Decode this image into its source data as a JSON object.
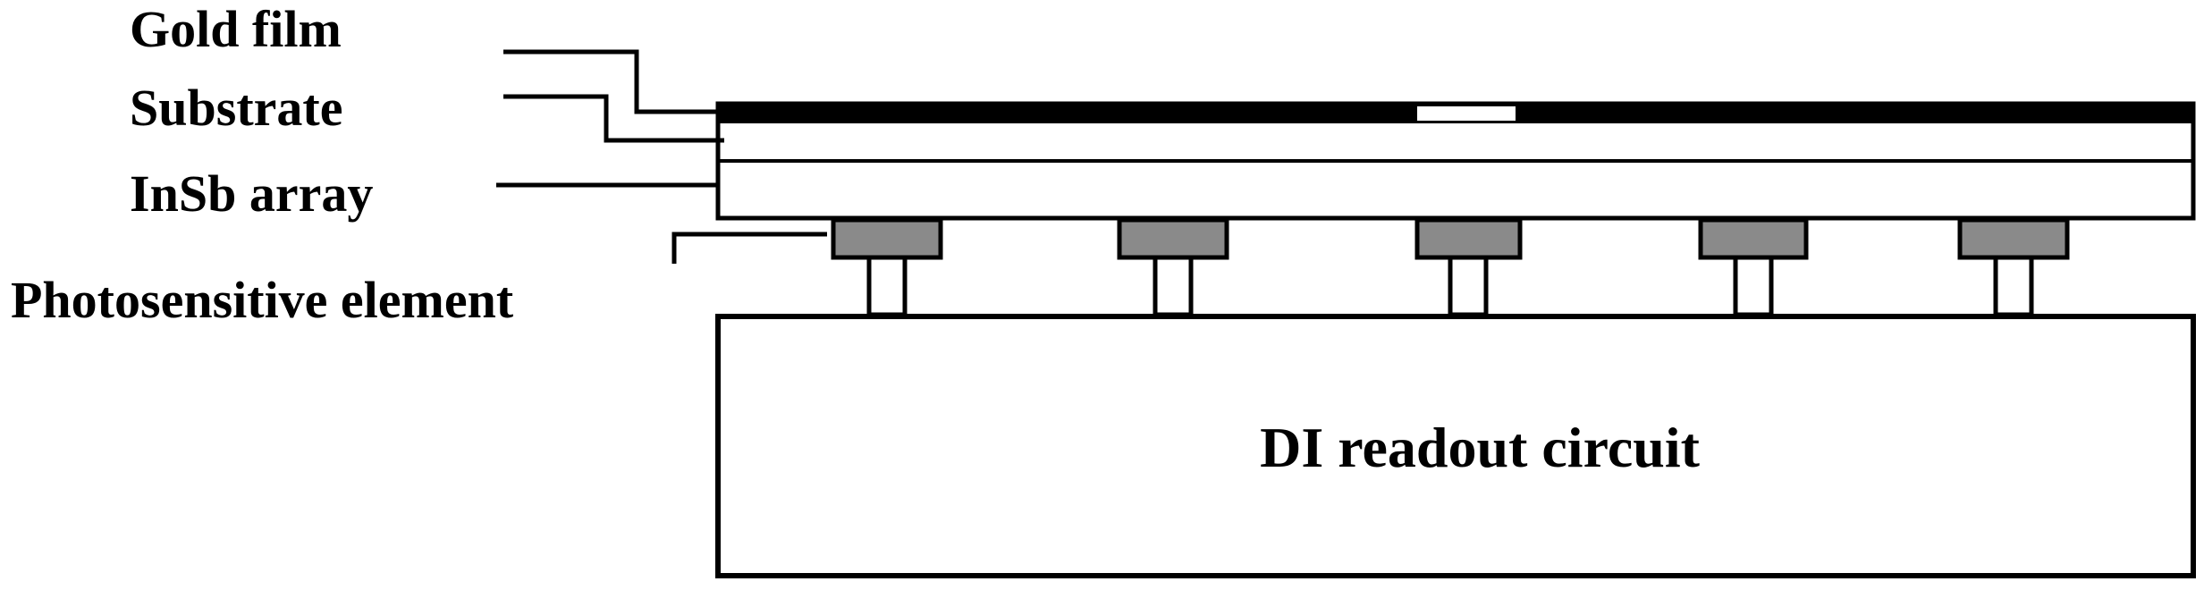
{
  "labels": {
    "gold_film": "Gold film",
    "substrate": "Substrate",
    "insb_array": "InSb array",
    "photosensitive_element": "Photosensitive element",
    "readout_circuit": "DI readout circuit"
  },
  "colors": {
    "line": "#000000",
    "background": "#ffffff",
    "gold_film": "#000000",
    "photosensitive_element": "#8a8a8a"
  },
  "elements": {
    "photosensitive_element_count": 5,
    "film_window_count": 1
  }
}
